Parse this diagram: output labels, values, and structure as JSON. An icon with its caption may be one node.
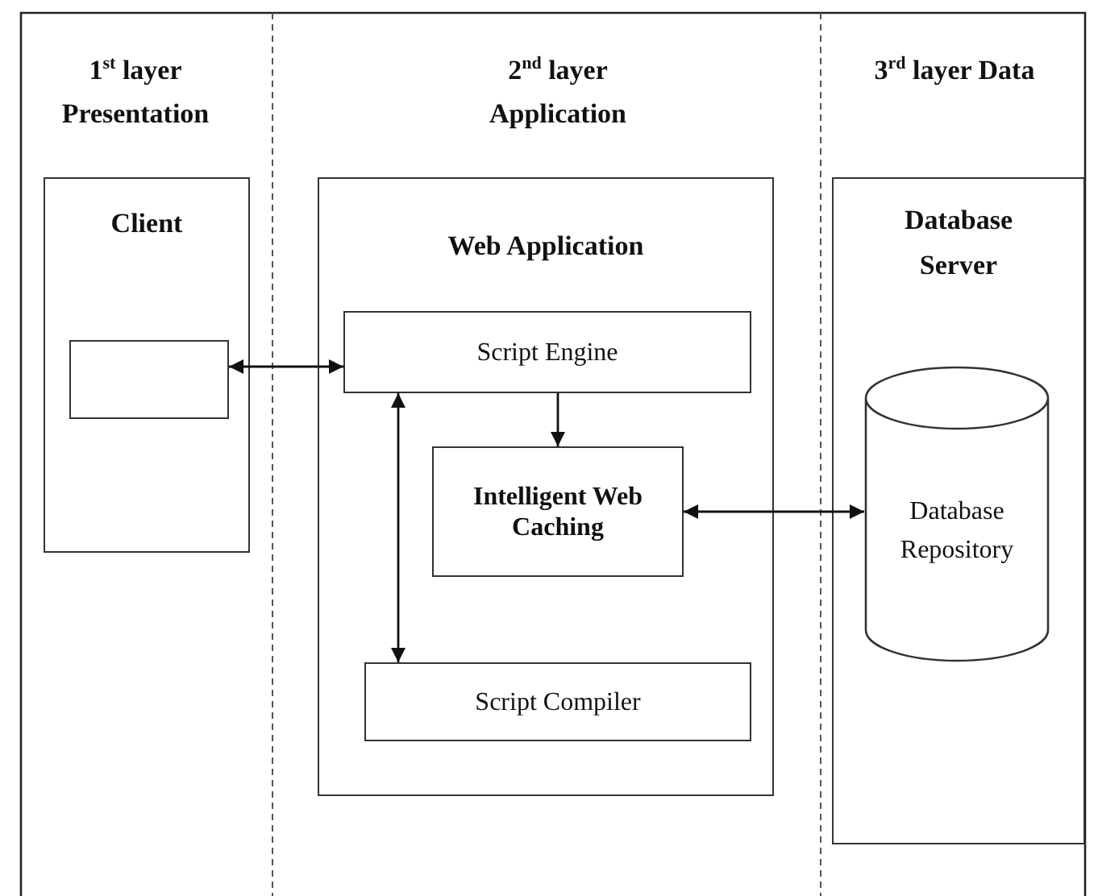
{
  "diagram": {
    "nodes": [
      {
        "text": [
          "Client"
        ]
      },
      {
        "text": [],
        "shape": "box",
        "in": 0
      },
      {
        "text": [
          "Web Application"
        ]
      },
      {
        "text": [
          "Script Engine"
        ],
        "in": 2
      },
      {
        "text": [
          "Intelligent Web Caching"
        ],
        "in": 2
      },
      {
        "text": [
          "Script Compiler"
        ],
        "in": 2
      },
      {
        "text": [
          "Database Server"
        ]
      },
      {
        "text": [
          "Database Repository"
        ],
        "in": 6
      }
    ],
    "edges": [
      {
        "from": 1,
        "to": 3,
        "arrow": "both"
      },
      {
        "from": 3,
        "to": 4,
        "arrow": "to"
      },
      {
        "from": 3,
        "to": 5,
        "arrow": "both"
      },
      {
        "from": 4,
        "to": 7,
        "arrow": "both"
      }
    ],
    "labels": [
      "1$^{st}$ layer Presentation",
      "2$^{nd}$ layer Application",
      "3$^{rd}$ layer Data"
    ]
  }
}
